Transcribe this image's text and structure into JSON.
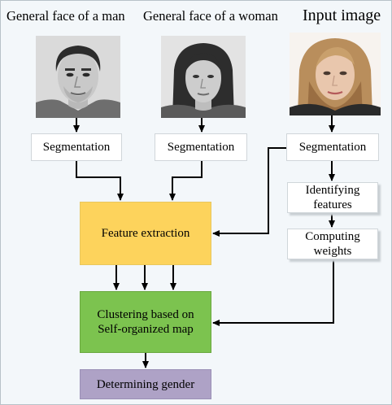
{
  "titles": {
    "man": "General face of a man",
    "woman": "General face of a woman",
    "input": "Input image"
  },
  "boxes": {
    "seg_man": "Segmentation",
    "seg_woman": "Segmentation",
    "seg_input": "Segmentation",
    "identifying_l1": "Identifying",
    "identifying_l2": "features",
    "computing_l1": "Computing",
    "computing_l2": "weights",
    "feature_extraction": "Feature extraction",
    "clustering_l1": "Clustering based on",
    "clustering_l2": "Self-organized map",
    "determining": "Determining gender"
  },
  "colors": {
    "feature_extraction": "#fdd35c",
    "clustering": "#7cc34f",
    "determining": "#aea2c6",
    "background": "#f3f7fa"
  }
}
